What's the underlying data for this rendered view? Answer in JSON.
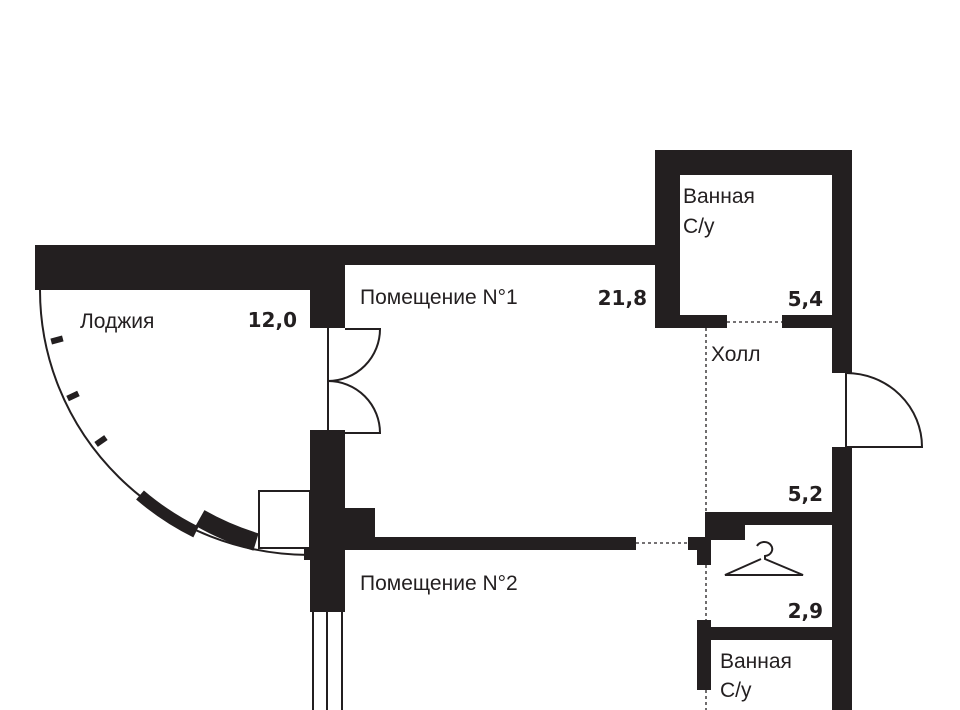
{
  "rooms": {
    "loggia": {
      "name": "Лоджия",
      "area": "12,0"
    },
    "room1": {
      "name": "Помещение N°1",
      "area": "21,8"
    },
    "bath1": {
      "name": "Ванная",
      "sub": "С/у",
      "area": "5,4"
    },
    "hall": {
      "name": "Холл",
      "area": "5,2"
    },
    "wardrobe": {
      "area": "2,9",
      "icon": "hanger-icon"
    },
    "room2": {
      "name": "Помещение N°2"
    },
    "bath2": {
      "name": "Ванная",
      "sub": "С/у"
    }
  },
  "colors": {
    "wall": "#231f20",
    "background": "#ffffff"
  }
}
